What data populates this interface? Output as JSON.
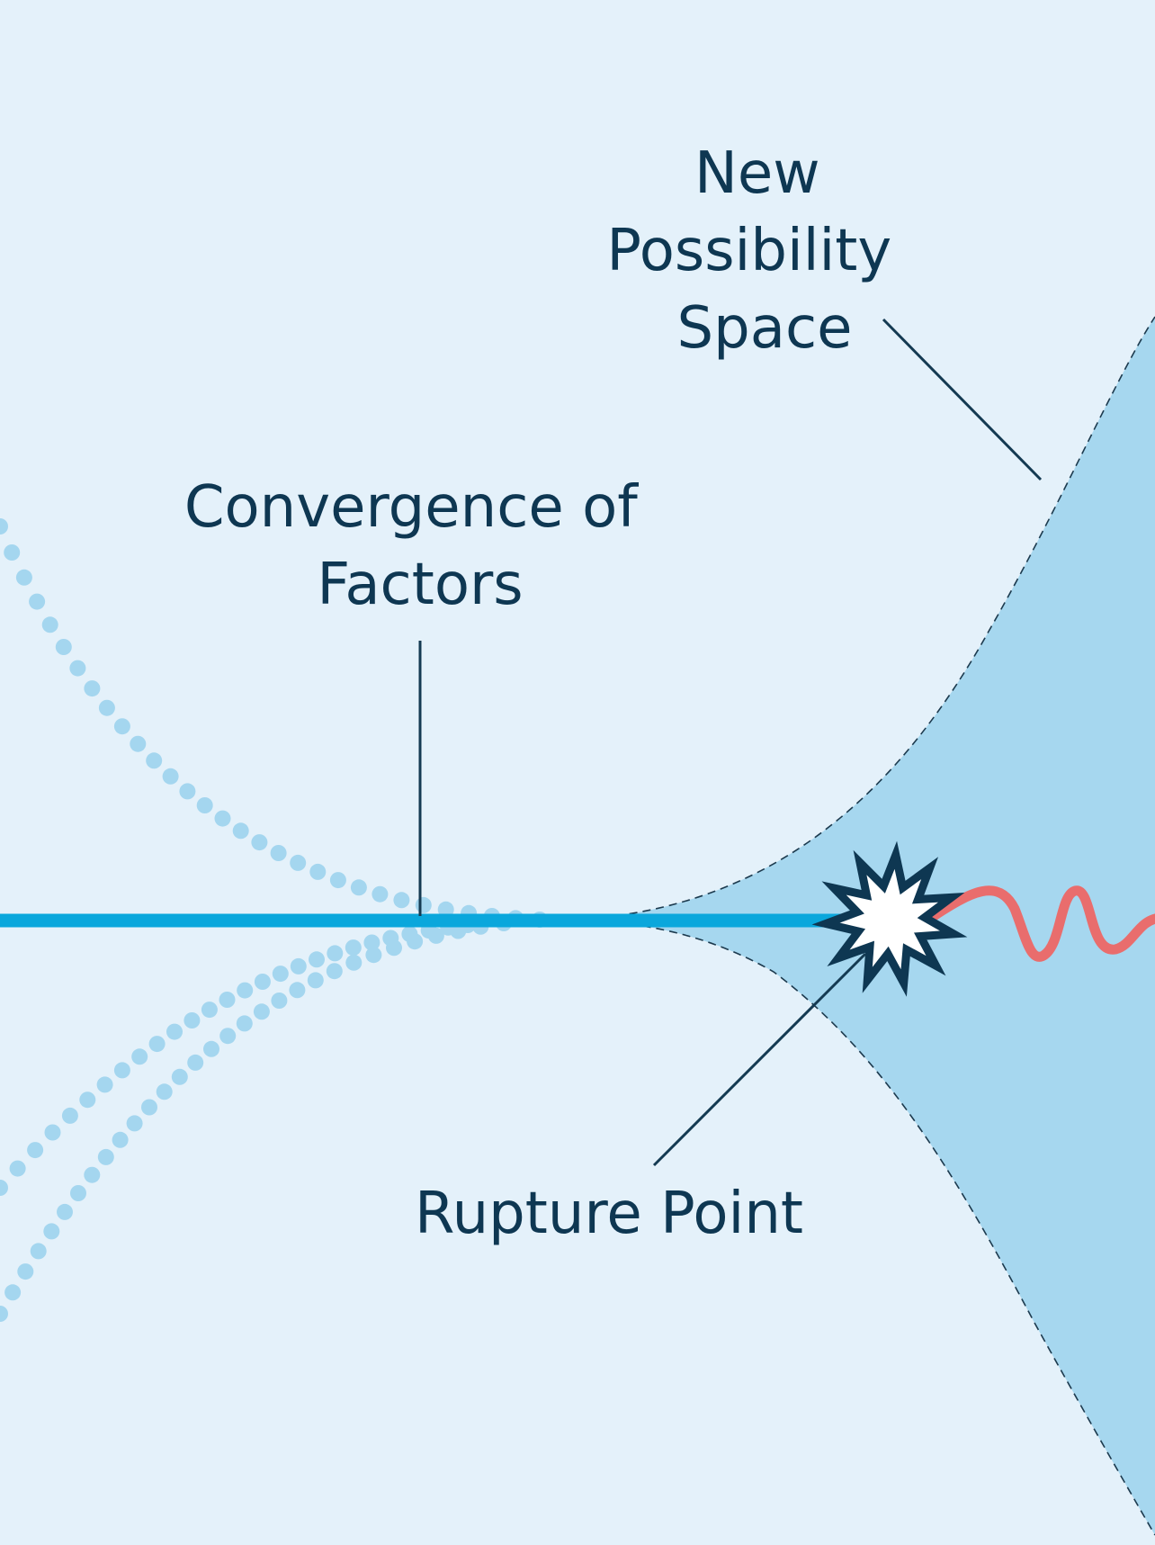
{
  "diagram": {
    "labels": {
      "new_possibility_space": [
        "New",
        "Possibility",
        "Space"
      ],
      "convergence": [
        "Convergence of",
        "Factors"
      ],
      "rupture": "Rupture Point"
    },
    "colors": {
      "background": "#e4f1fa",
      "possibility_fill": "#a6d7ef",
      "main_line": "#0aa7dc",
      "dots": "#a4d6ef",
      "wave": "#e96d6d",
      "text": "#0e3752",
      "callout": "#143a52",
      "burst_fill": "#ffffff",
      "burst_stroke": "#0e3752"
    },
    "icons": {
      "rupture": "starburst-icon"
    }
  }
}
